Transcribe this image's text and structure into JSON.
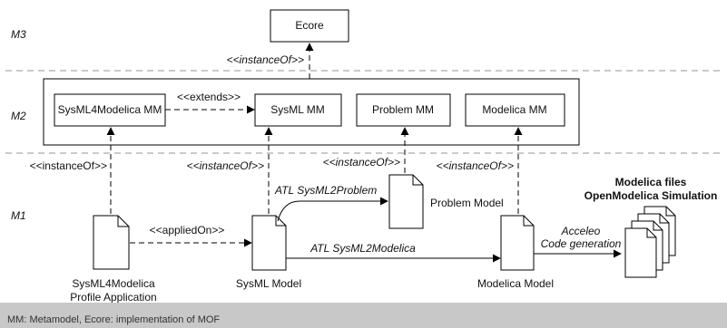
{
  "levels": {
    "m3": "M3",
    "m2": "M2",
    "m1": "M1"
  },
  "boxes": {
    "ecore": "Ecore",
    "sysml4modelica_mm": "SysML4Modelica MM",
    "sysml_mm": "SysML MM",
    "problem_mm": "Problem MM",
    "modelica_mm": "Modelica MM"
  },
  "relations": {
    "instanceof_ecore": "<<instanceOf>>",
    "extends": "<<extends>>",
    "instanceof_profile": "<<instanceOf>>",
    "instanceof_sysml": "<<instanceOf>>",
    "instanceof_problem": "<<instanceOf>>",
    "instanceof_modelica": "<<instanceOf>>",
    "applied_on": "<<appliedOn>>"
  },
  "transformations": {
    "sysml2problem": "ATL SysML2Problem",
    "sysml2modelica": "ATL SysML2Modelica",
    "acceleo_line1": "Acceleo",
    "acceleo_line2": "Code generation"
  },
  "documents": {
    "profile_line1": "SysML4Modelica",
    "profile_line2": "Profile Application",
    "sysml_model": "SysML Model",
    "problem_model": "Problem Model",
    "modelica_model": "Modelica Model"
  },
  "output": {
    "title_line1": "Modelica files",
    "title_line2": "OpenModelica Simulation"
  },
  "footer": {
    "note": "MM: Metamodel, Ecore: implementation of MOF"
  }
}
